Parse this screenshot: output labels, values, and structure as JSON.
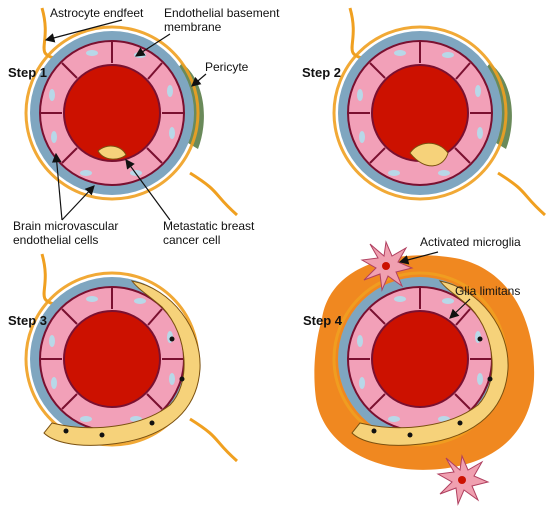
{
  "steps": [
    "Step 1",
    "Step 2",
    "Step 3",
    "Step 4"
  ],
  "labels": {
    "astrocyte_endfeet": "Astrocyte endfeet",
    "endothelial_bm_line1": "Endothelial basement",
    "endothelial_bm_line2": "membrane",
    "pericyte": "Pericyte",
    "bmec_line1": "Brain microvascular",
    "bmec_line2": "endothelial cells",
    "mbc_line1": "Metastatic breast",
    "mbc_line2": "cancer cell",
    "activated_microglia": "Activated microglia",
    "glia_limitans": "Glia limitans"
  },
  "colors": {
    "lumen": "#cc1100",
    "endothelium": "#f2a0b8",
    "endothelium_edge": "#7a1030",
    "nucleus": "#b8d8e8",
    "basement_membrane": "#7fa6c0",
    "pericyte": "#6a8a5a",
    "astrocyte": "#f0a020",
    "cancer": "#f6d27a",
    "microglia": "#f0a0b0",
    "glia_limitans": "#f08820"
  }
}
